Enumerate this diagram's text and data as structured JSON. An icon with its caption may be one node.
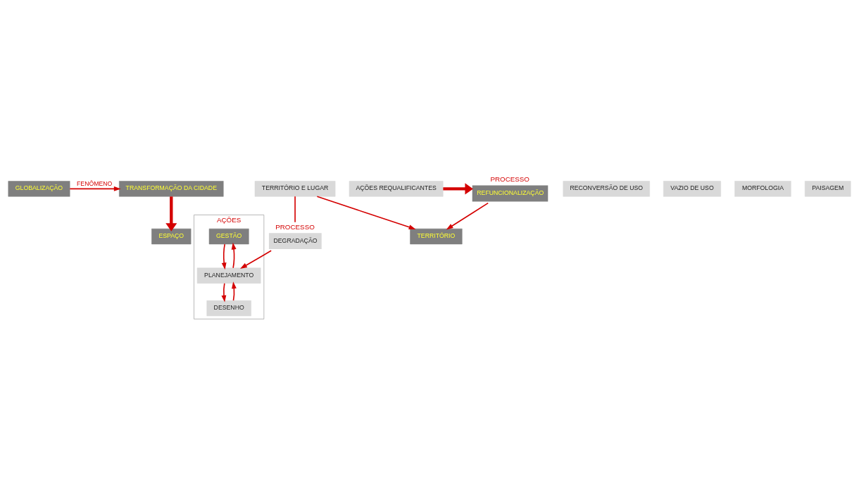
{
  "diagram": {
    "nodes": [
      {
        "text": [
          "GLOBALIZAÇÃO"
        ]
      },
      {
        "text": [
          "TRANSFORMAÇÃO DA CIDADE"
        ]
      },
      {
        "text": [
          "ESPAÇO"
        ]
      },
      {
        "text": [
          "AÇÕES"
        ]
      },
      {
        "text": [
          "GESTÃO"
        ],
        "in": 3
      },
      {
        "text": [
          "PLANEJAMENTO"
        ],
        "in": 3
      },
      {
        "text": [
          "DESENHO"
        ],
        "in": 3
      },
      {
        "text": [
          "REFUNCIONALIZAÇÃO"
        ],
        "beside": [
          "PROCESSO"
        ]
      },
      {
        "text": [
          "AÇÕES REQUALIFICANTES"
        ]
      },
      {
        "text": [
          "RECONVERSÃO DE USO"
        ]
      },
      {
        "text": [
          "DEGRADAÇÃO"
        ],
        "beside": [
          "PROCESSO"
        ]
      },
      {
        "text": [
          "VAZIO DE USO"
        ]
      },
      {
        "text": [
          "MORFOLOGIA"
        ]
      },
      {
        "text": [
          "PAISAGEM"
        ]
      },
      {
        "text": [
          "TERRITÓRIO E LUGAR"
        ]
      },
      {
        "text": [
          "TERRITÓRIO"
        ]
      }
    ],
    "edges": [
      {
        "from": 0,
        "to": 1,
        "arrow": "to",
        "label": "FENÔMENO"
      },
      {
        "from": 1,
        "to": 2,
        "arrow": "to",
        "style": "thick"
      },
      {
        "from": 4,
        "to": 5,
        "arrow": "to"
      },
      {
        "from": 5,
        "to": 4,
        "arrow": "to"
      },
      {
        "from": 5,
        "to": 6,
        "arrow": "to"
      },
      {
        "from": 6,
        "to": 5,
        "arrow": "to"
      },
      {
        "from": 8,
        "to": 7,
        "arrow": "to",
        "style": "thick"
      },
      {
        "from": 14,
        "to": 10,
        "arrow": "none"
      },
      {
        "from": 10,
        "to": 5,
        "arrow": "to"
      },
      {
        "from": 14,
        "to": 15,
        "arrow": "to"
      },
      {
        "from": 7,
        "to": 15,
        "arrow": "to"
      }
    ]
  }
}
